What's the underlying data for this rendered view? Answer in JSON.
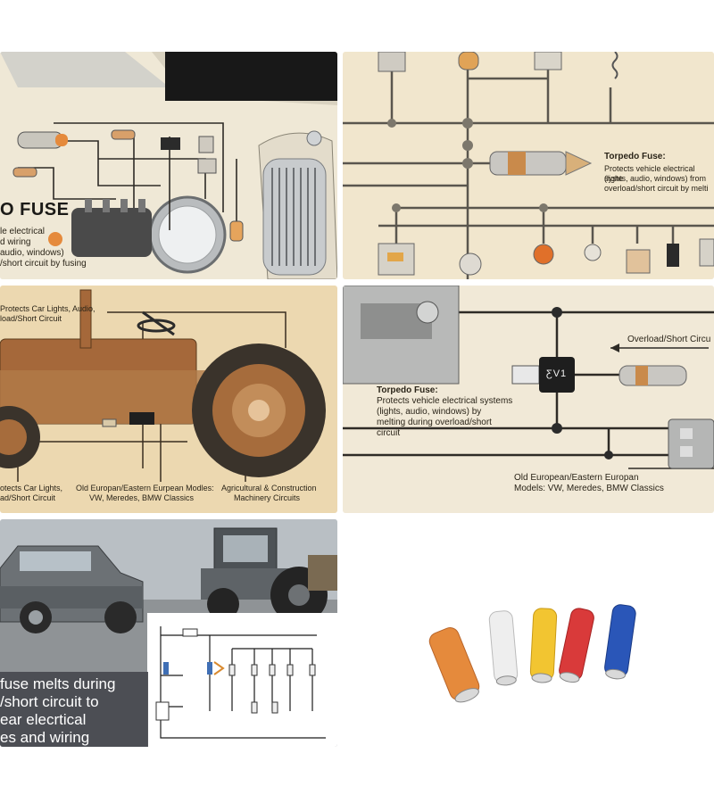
{
  "panel1": {
    "heading": "O FUSE",
    "text": [
      "le electrical",
      "d wiring",
      "audio, windows)",
      "/short circuit by fusing"
    ]
  },
  "panel2": {
    "title": "Torpedo Fuse:",
    "text": [
      "Protects vehicle electrical syste",
      "(lights, audio, windows) from",
      "overload/short circuit by melti"
    ]
  },
  "panel3": {
    "top_label": [
      "Protects Car Lights, Audio,",
      "load/Short Circuit"
    ],
    "bottom_left": [
      "otects Car Lights,",
      "ad/Short Circuit"
    ],
    "bottom_mid": [
      "Old Europan/Eastern Eurpean Modles:",
      "VW, Meredes, BMW Classics"
    ],
    "bottom_right": [
      "Agricultural & Construction",
      "Machinery Circuits"
    ]
  },
  "panel4": {
    "overload_label": "Overload/Short Circu",
    "fuse_title": "Torpedo Fuse:",
    "fuse_text": [
      "Protects vehicle electrical systems",
      "(lights, audio, windows) by",
      "melting during overload/short",
      "circuit"
    ],
    "chip_label": "ƸV1",
    "models": [
      "Old European/Eastern Europan",
      "Models: VW, Meredes, BMW Classics"
    ]
  },
  "panel5": {
    "caption": [
      "fuse melts during",
      "/short circuit to",
      "ear elecrtical",
      "es and wiring"
    ]
  },
  "colors": {
    "fuse_orange": "#e58a3c",
    "fuse_white": "#eeeeee",
    "fuse_yellow": "#f2c531",
    "fuse_red": "#d93a3a",
    "fuse_blue": "#2a56b8"
  }
}
